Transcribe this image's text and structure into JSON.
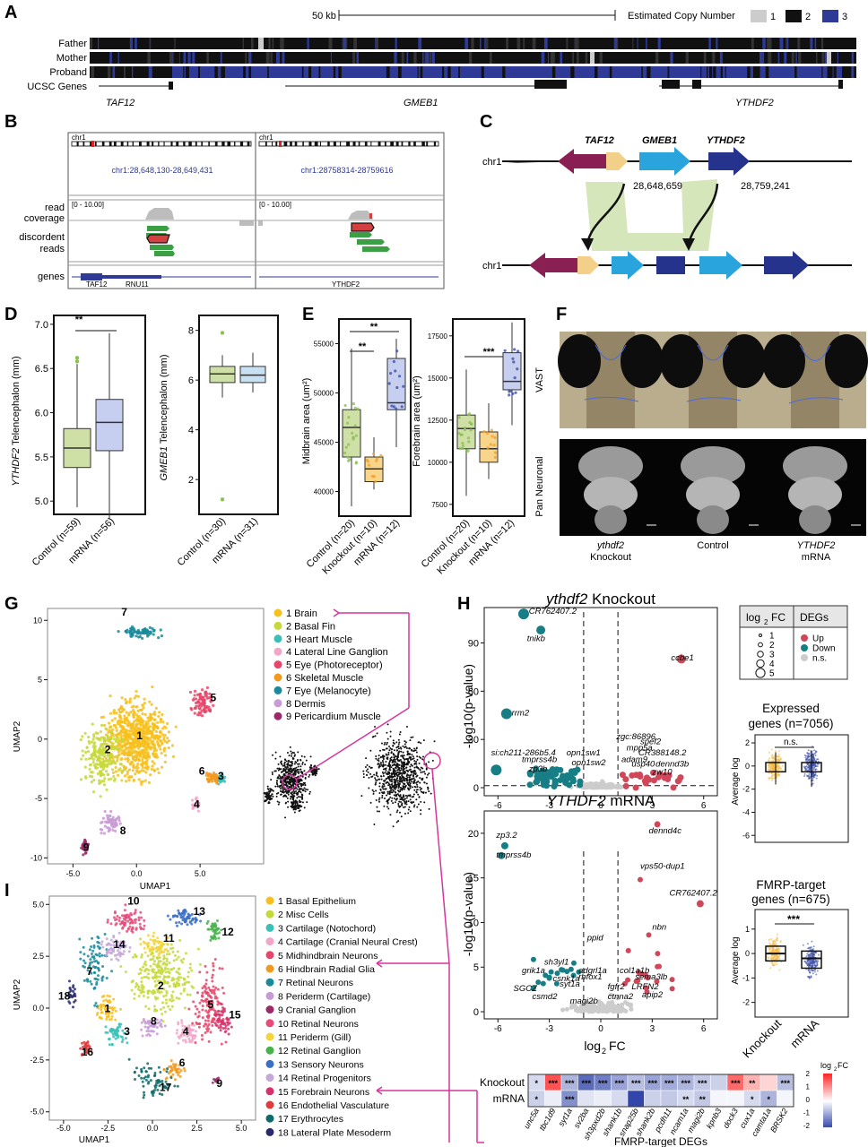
{
  "panels": {
    "A": "A",
    "B": "B",
    "C": "C",
    "D": "D",
    "E": "E",
    "F": "F",
    "G": "G",
    "H": "H",
    "I": "I"
  },
  "A": {
    "scale": "50 kb",
    "cn_title": "Estimated Copy Number",
    "cn_levels": [
      "1",
      "2",
      "3"
    ],
    "cn_colors": [
      "#cccccc",
      "#111111",
      "#2e3a96"
    ],
    "tracks": [
      "Father",
      "Mother",
      "Proband",
      "UCSC Genes"
    ],
    "genes": [
      "TAF12",
      "GMEB1",
      "YTHDF2"
    ]
  },
  "B": {
    "loc1": "chr1:28,648,130-28,649,431",
    "loc2": "chr1:28758314-28759616",
    "chr": "chr1",
    "range": "[0 - 10.00]",
    "rows": [
      "read",
      "coverage",
      "discordent",
      "reads",
      "genes"
    ],
    "genes1": [
      "TAF12",
      "RNU11"
    ],
    "genes2": "YTHDF2"
  },
  "C": {
    "chr": "chr1",
    "genes": [
      "TAF12",
      "GMEB1",
      "YTHDF2"
    ],
    "pos1": "28,648,659",
    "pos2": "28,759,241"
  },
  "D": {
    "left_ylabel_gene": "YTHDF2",
    "left_ylabel_rest": " Telencephalon (mm)",
    "left_yticks": [
      "5.0",
      "5.5",
      "6.0",
      "6.5",
      "7.0"
    ],
    "left_groups": [
      "Control (n=59)",
      "mRNA (n=56)"
    ],
    "left_sig": "**",
    "right_ylabel_gene": "GMEB1",
    "right_ylabel_rest": " Telencephalon (mm)",
    "right_yticks": [
      "2",
      "4",
      "6",
      "8"
    ],
    "right_groups": [
      "Control (n=30)",
      "mRNA (n=31)"
    ]
  },
  "E": {
    "left_ylabel": "Midbrain area (um²)",
    "left_yticks": [
      "40000",
      "45000",
      "50000",
      "55000"
    ],
    "right_ylabel": "Forebrain area (um²)",
    "right_yticks": [
      "7500",
      "10000",
      "12500",
      "15000",
      "17500"
    ],
    "groups": [
      "Control (n=20)",
      "Knockout (n=10)",
      "mRNA (n=12)"
    ],
    "sig_left": [
      "**",
      "**"
    ],
    "sig_right": "***"
  },
  "F": {
    "row1": "VAST",
    "row2": "Pan Neuronal",
    "cols": [
      [
        "ythdf2",
        "Knockout"
      ],
      [
        "Control",
        ""
      ],
      [
        "YTHDF2",
        "mRNA"
      ]
    ]
  },
  "G": {
    "xlabel": "UMAP1",
    "ylabel": "UMAP2",
    "xticks": [
      "-5.0",
      "0.0",
      "5.0"
    ],
    "yticks": [
      "10",
      "5",
      "0",
      "-5",
      "-10"
    ],
    "legend": [
      {
        "label": "1 Brain",
        "color": "#f7c01b"
      },
      {
        "label": "2 Basal Fin",
        "color": "#c5d93a"
      },
      {
        "label": "3 Heart Muscle",
        "color": "#3bbfb7"
      },
      {
        "label": "4 Lateral Line Ganglion",
        "color": "#f2a6c8"
      },
      {
        "label": "5 Eye (Photoreceptor)",
        "color": "#e8456a"
      },
      {
        "label": "6 Skeletal Muscle",
        "color": "#f39a1e"
      },
      {
        "label": "7 Eye (Melanocyte)",
        "color": "#1a8a9a"
      },
      {
        "label": "8 Dermis",
        "color": "#c89ad6"
      },
      {
        "label": "9 Pericardium Muscle",
        "color": "#9c2a6a"
      }
    ]
  },
  "I": {
    "xlabel": "UMAP1",
    "ylabel": "UMAP2",
    "xticks": [
      "-5.0",
      "-2.5",
      "0.0",
      "2.5",
      "5.0"
    ],
    "yticks": [
      "5.0",
      "2.5",
      "0.0",
      "-2.5",
      "-5.0"
    ],
    "legend": [
      {
        "label": "1 Basal Epithelium",
        "color": "#f7c01b"
      },
      {
        "label": "2 Misc Cells",
        "color": "#c5d93a"
      },
      {
        "label": "3 Cartilage (Notochord)",
        "color": "#3bbfb7"
      },
      {
        "label": "4 Cartilage (Cranial Neural Crest)",
        "color": "#f2a6c8"
      },
      {
        "label": "5 Midhindbrain Neurons",
        "color": "#e8456a"
      },
      {
        "label": "6 Hindbrain Radial Glia",
        "color": "#f39a1e"
      },
      {
        "label": "7 Retinal Neurons",
        "color": "#1a8a9a"
      },
      {
        "label": "8 Periderm (Cartilage)",
        "color": "#c89ad6"
      },
      {
        "label": "9 Cranial Ganglion",
        "color": "#9c2a6a"
      },
      {
        "label": "10 Retinal Neurons",
        "color": "#e64b7a"
      },
      {
        "label": "11 Periderm (Gill)",
        "color": "#f6d43c"
      },
      {
        "label": "12 Retinal Ganglion",
        "color": "#45b24a"
      },
      {
        "label": "13 Sensory Neurons",
        "color": "#3a6fc4"
      },
      {
        "label": "14 Retinal Progenitors",
        "color": "#c3a8d8"
      },
      {
        "label": "15 Forebrain Neurons",
        "color": "#d8306a"
      },
      {
        "label": "16 Endothelial Vasculature",
        "color": "#e23a3a"
      },
      {
        "label": "17 Erythrocytes",
        "color": "#0f6b6b"
      },
      {
        "label": "18 Lateral Plate Mesoderm",
        "color": "#2a2a6e"
      }
    ]
  },
  "H": {
    "title1_gene": "ythdf2",
    "title1_rest": " Knockout",
    "title2_gene": "YTHDF2",
    "title2_rest": " mRNA",
    "ylabel": "-log10(p-value)",
    "xlabel": "log2 FC",
    "v1_yticks": [
      "0",
      "30",
      "60",
      "90"
    ],
    "v2_yticks": [
      "0",
      "5",
      "10",
      "15",
      "20"
    ],
    "xticks": [
      "-6",
      "-3",
      "0",
      "3",
      "6"
    ],
    "v1_labels": [
      "CR762407.2",
      "tnikb",
      "rrm2",
      "si:ch211-286b5.4",
      "tmprss4b",
      "opn1sw1",
      "opn1sw2",
      "zp3b",
      "zgc:86896",
      "spef2",
      "mpp5a",
      "CR388148.2",
      "adam9",
      "usp40",
      "dennd3b",
      "zw10",
      "ccbe1"
    ],
    "v2_labels": [
      "zp3.2",
      "tmprss4b",
      "dennd4c",
      "vps50-dup1",
      "CR762407.2",
      "nbn",
      "ppid",
      "sh3yl1",
      "grik1a",
      "adgrl1a",
      "csnk1a",
      "rbfox1",
      "col1a1b",
      "sema3lb",
      "SGCZ",
      "syt1a",
      "fgfr2",
      "LRFN2",
      "csmd2",
      "ctnna2",
      "apip2",
      "magi2b"
    ],
    "legend_lfc_title": "log2 FC",
    "legend_lfc": [
      "1",
      "2",
      "3",
      "4",
      "5"
    ],
    "legend_deg_title": "DEGs",
    "legend_deg": [
      {
        "label": "Up",
        "color": "#d0475a"
      },
      {
        "label": "Down",
        "color": "#187e86"
      },
      {
        "label": "n.s.",
        "color": "#cccccc"
      }
    ],
    "box1_title": "Expressed genes (n=7056)",
    "box1_sig": "n.s.",
    "box1_yticks": [
      "2",
      "0",
      "-2",
      "-4",
      "-6"
    ],
    "box2_title": "FMRP-target genes (n=675)",
    "box2_sig": "***",
    "box2_yticks": [
      "1",
      "0",
      "-1",
      "-2"
    ],
    "box_ylabel": "Average log2FC",
    "box_groups": [
      "Knockout",
      "mRNA"
    ],
    "box_colors": [
      "#f5b942",
      "#3d50a8"
    ]
  },
  "heatmap": {
    "rows": [
      "Knockout",
      "mRNA"
    ],
    "genes": [
      "unc5a",
      "tbc1d9",
      "syt1a",
      "sv2ba",
      "sh3pxd2b",
      "shank1b",
      "snap25b",
      "shank2b",
      "pcdh11",
      "ncam1a",
      "magi2b",
      "kpnb3",
      "dock3",
      "cux1a",
      "camta1a",
      "BRSK2"
    ],
    "knockout": [
      -0.4,
      1.6,
      -0.8,
      -1.6,
      -1.4,
      -1.0,
      -0.7,
      -1.0,
      -0.9,
      -0.8,
      -0.6,
      -0.5,
      1.4,
      0.7,
      0.4,
      -0.7
    ],
    "knockout_sig": [
      "*",
      "***",
      "***",
      "***",
      "***",
      "***",
      "***",
      "***",
      "***",
      "***",
      "***",
      "",
      "***",
      "**",
      "",
      "***"
    ],
    "mrna": [
      -0.5,
      -0.2,
      -1.2,
      -0.3,
      -0.2,
      -0.4,
      -2.0,
      -0.5,
      -0.6,
      -0.4,
      -0.6,
      -0.1,
      -0.1,
      -0.4,
      -0.8,
      -0.1
    ],
    "mrna_sig": [
      "*",
      "",
      "***",
      "",
      "",
      "",
      "",
      "",
      "",
      "**",
      "**",
      "",
      "",
      "*",
      "*",
      ""
    ],
    "xlabel": "FMRP-target DEGs",
    "legend_title": "log2FC",
    "legend_ticks": [
      "2",
      "1",
      "0",
      "-1",
      "-2"
    ]
  }
}
